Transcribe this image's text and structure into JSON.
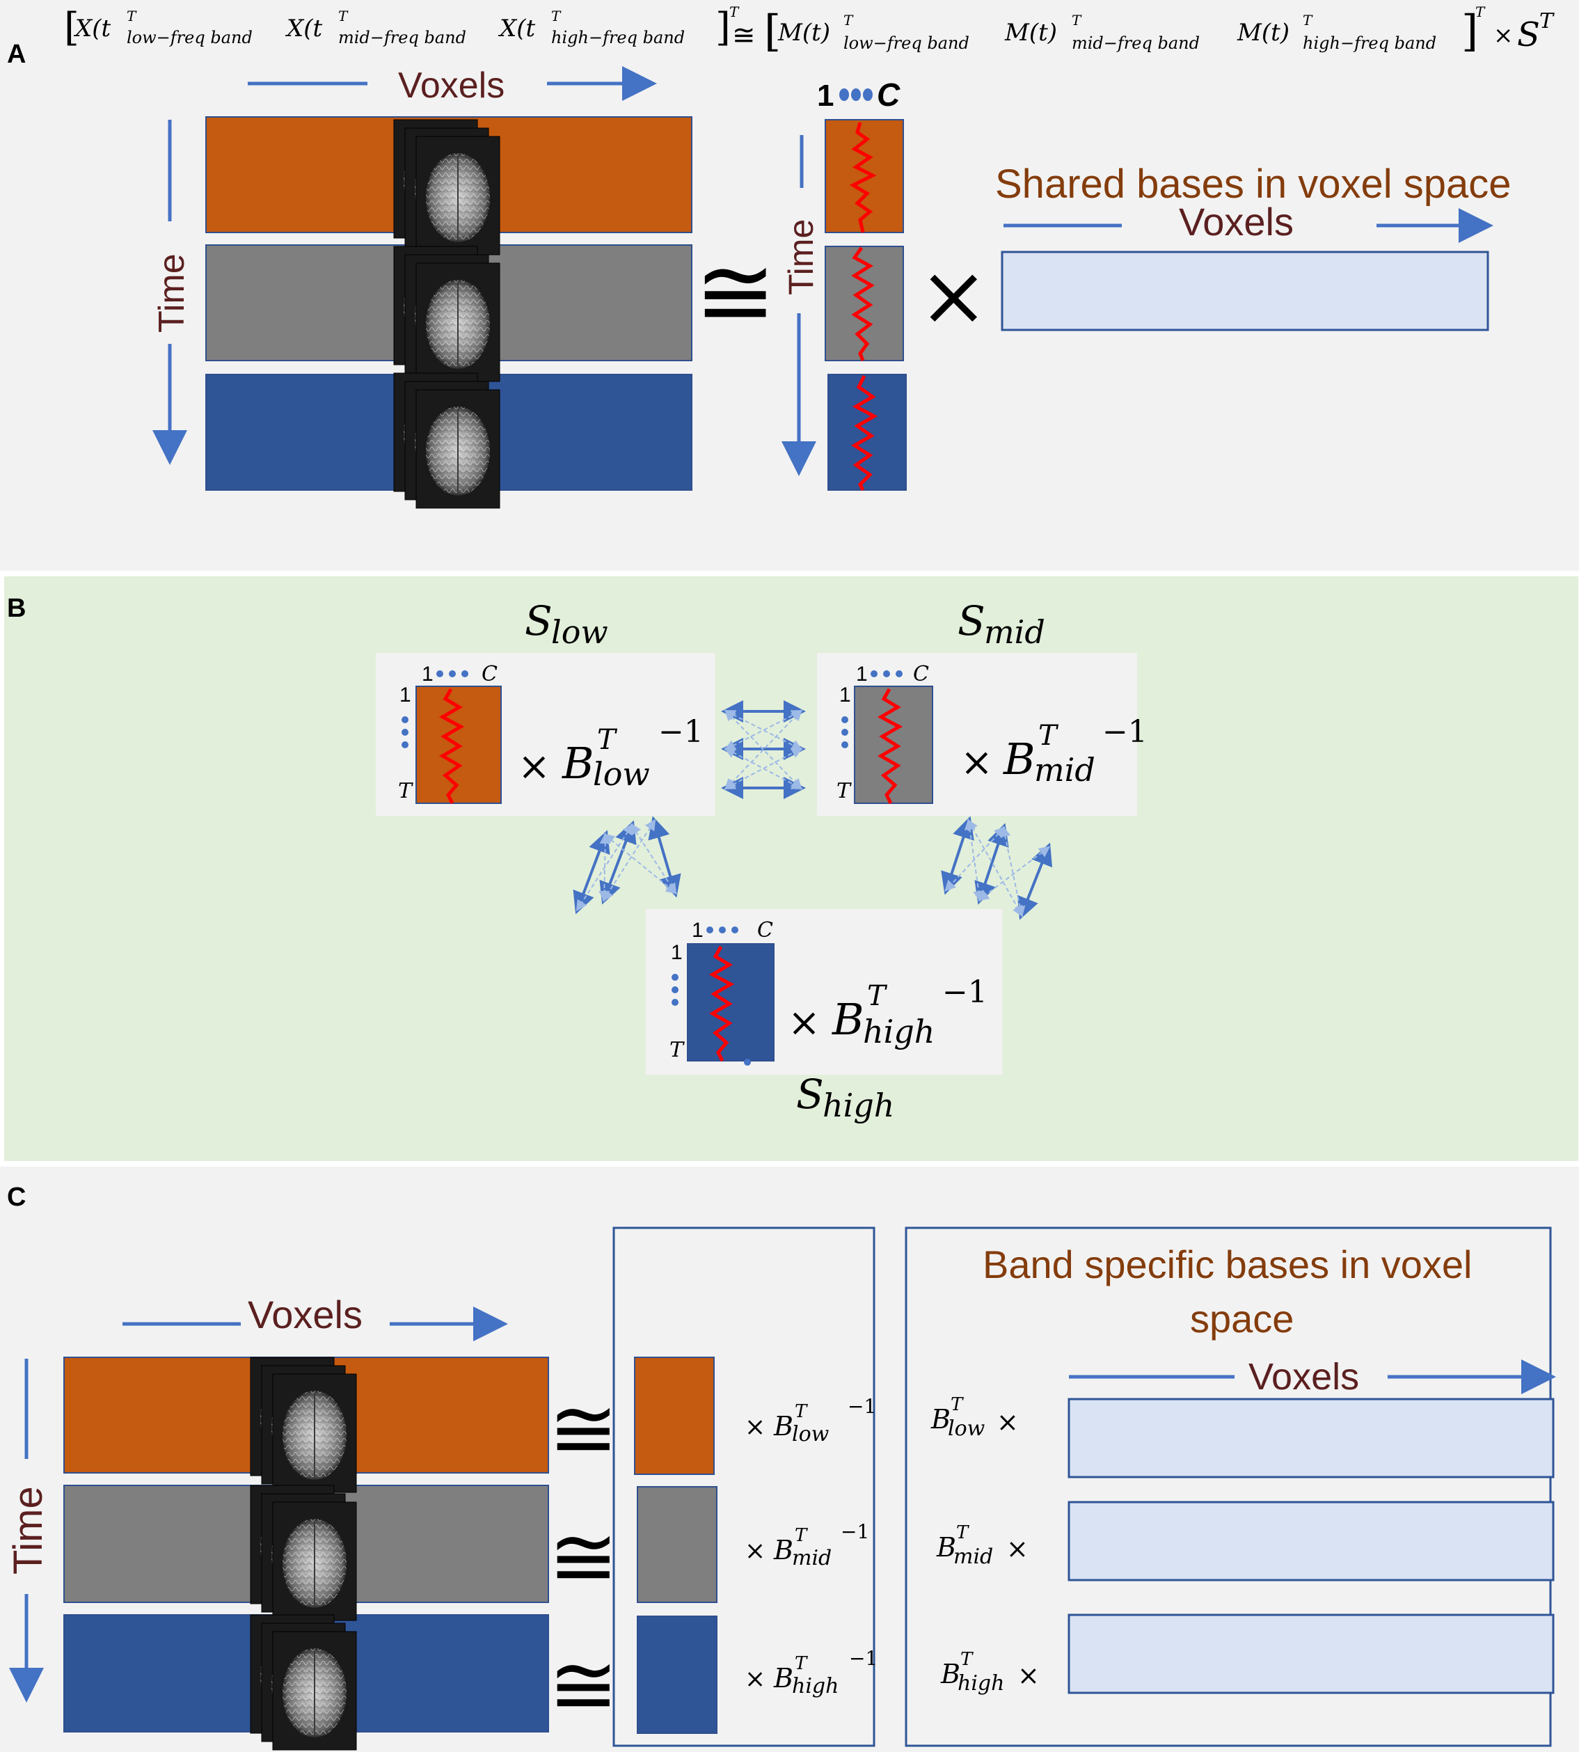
{
  "colors": {
    "low": "#C55A11",
    "mid": "#7F7F7F",
    "high": "#2F5597",
    "panel_a_bg": "#F2F2F2",
    "panel_b_bg": "#E2EFDA",
    "basis_fill": "#DAE3F3",
    "arrow": "#4472C4",
    "label_dark": "#5B1F1F",
    "label_brown": "#843C0C",
    "signal": "#FF0000"
  },
  "panel_a": {
    "letter": "A",
    "equation": {
      "lhs_open": "[",
      "x1": "X(t",
      "x1_sup": "T",
      "x1_sub": "low−freq band",
      "x2": "X(t",
      "x2_sup": "T",
      "x2_sub": "mid−freq band",
      "x3": "X(t",
      "x3_sup": "T",
      "x3_sub": "high−freq band",
      "lhs_close": "]",
      "lhs_sup": "T",
      "approx": "≅",
      "rhs_open": "[",
      "m1": "M(t)",
      "m1_sup": "T",
      "m1_sub": "low−freq band",
      "m2": "M(t)",
      "m2_sup": "T",
      "m2_sub": "mid−freq band",
      "m3": "M(t)",
      "m3_sup": "T",
      "m3_sub": "high−freq band",
      "rhs_close": "]",
      "rhs_sup": "T",
      "times": "×",
      "s": "S",
      "s_sup": "T"
    },
    "voxels_label": "Voxels",
    "time_label": "Time",
    "time_label_2": "Time",
    "approx_symbol": "≅",
    "times_symbol": "×",
    "comp_index_start": "1",
    "comp_index_end": "C",
    "shared_bases_title": "Shared bases in voxel space",
    "voxels_label_2": "Voxels"
  },
  "panel_b": {
    "letter": "B",
    "s_low": {
      "base": "S",
      "sub": "low"
    },
    "s_mid": {
      "base": "S",
      "sub": "mid"
    },
    "s_high": {
      "base": "S",
      "sub": "high"
    },
    "index_one": "1",
    "index_c": "C",
    "row_one": "1",
    "row_t": "T",
    "times": "×",
    "b_low": {
      "base": "B",
      "sup": "T",
      "sub": "low",
      "exp": "−1"
    },
    "b_mid": {
      "base": "B",
      "sup": "T",
      "sub": "mid",
      "exp": "−1"
    },
    "b_high": {
      "base": "B",
      "sup": "T",
      "sub": "high",
      "exp": "−1"
    }
  },
  "panel_c": {
    "letter": "C",
    "voxels_label": "Voxels",
    "time_label": "Time",
    "approx_symbol": "≅",
    "times": "×",
    "b_low": {
      "base": "B",
      "sup": "T",
      "sub": "low",
      "exp": "−1"
    },
    "b_mid": {
      "base": "B",
      "sup": "T",
      "sub": "mid",
      "exp": "−1"
    },
    "b_high": {
      "base": "B",
      "sup": "T",
      "sub": "high",
      "exp": "−1"
    },
    "band_bases_title_1": "Band specific bases in voxel",
    "band_bases_title_2": "space",
    "voxels_label_2": "Voxels",
    "left_b_low": {
      "base": "B",
      "sup": "T",
      "sub": "low"
    },
    "left_b_mid": {
      "base": "B",
      "sup": "T",
      "sub": "mid"
    },
    "left_b_high": {
      "base": "B",
      "sup": "T",
      "sub": "high"
    }
  }
}
